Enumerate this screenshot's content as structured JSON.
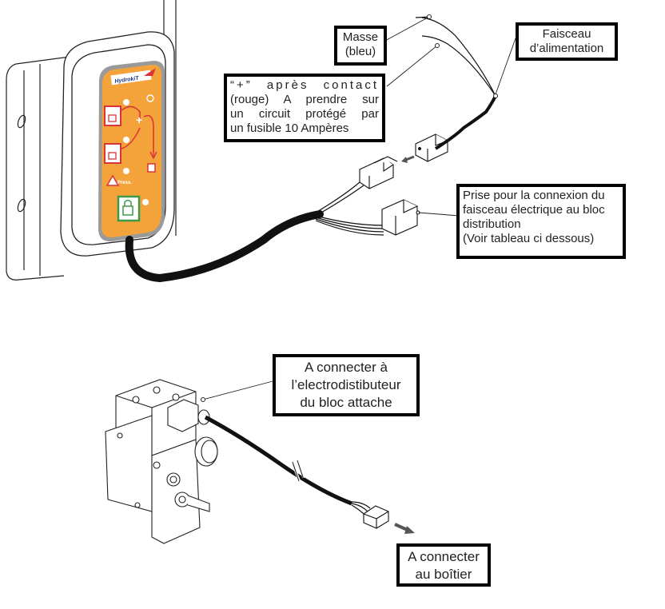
{
  "labels": {
    "masse": [
      "Masse",
      "(bleu)"
    ],
    "plus": [
      "“+” après contact",
      "(rouge) A prendre sur",
      "un circuit protégé par",
      "un fusible 10 Ampères"
    ],
    "faisceau": [
      "Faisceau",
      "d’alimentation"
    ],
    "prise": [
      "Prise pour la connexion du",
      "faisceau électrique au bloc",
      "distribution",
      "(Voir tableau ci dessous)"
    ],
    "electro": [
      "A connecter à",
      "l’electrodistibuteur",
      "du bloc attache"
    ],
    "boitier": [
      "A connecter",
      "au boîtier"
    ]
  },
  "control_panel": {
    "brand": "HydrokiT",
    "press_label": "Press."
  },
  "colors": {
    "panel_orange": "#F4A23A",
    "panel_red": "#D8343A",
    "panel_green": "#3E9A4B",
    "brand_blue": "#1B3A8C",
    "cable_black": "#111111",
    "arrow_gray": "#555555"
  }
}
